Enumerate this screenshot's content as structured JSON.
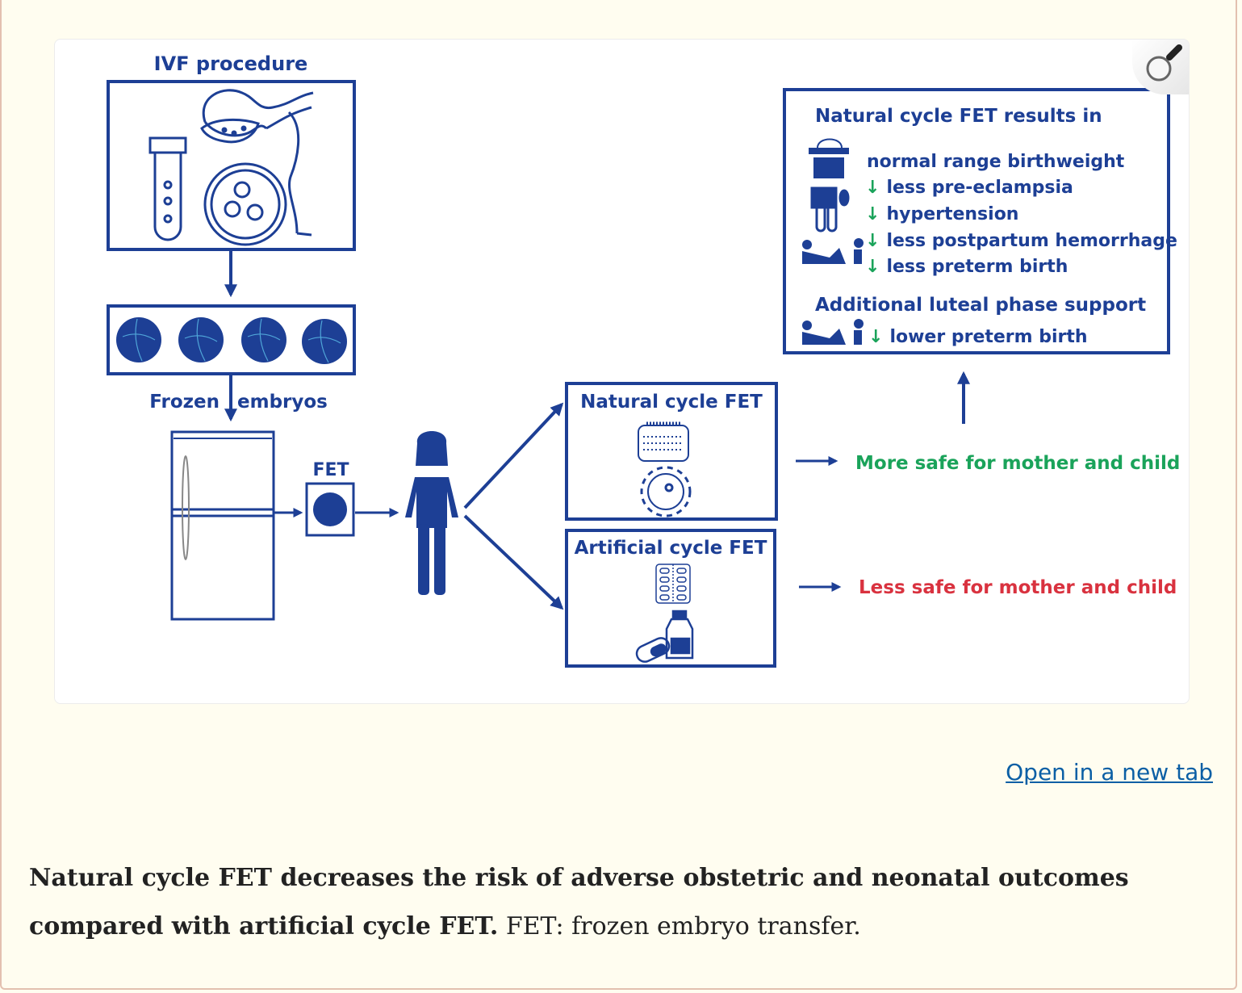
{
  "figure": {
    "ivf_title": "IVF procedure",
    "frozen_embryos_left": "Frozen",
    "frozen_embryos_right": "embryos",
    "fet_label": "FET",
    "natural_box_title": "Natural cycle FET",
    "artificial_box_title": "Artificial cycle FET",
    "more_safe": "More safe for mother and child",
    "less_safe": "Less safe for mother and child",
    "results_box": {
      "title": "Natural cycle FET results in",
      "items": [
        {
          "arrow": "",
          "text": "normal range birthweight"
        },
        {
          "arrow": "↓",
          "text": "less pre-eclampsia"
        },
        {
          "arrow": "↓",
          "text": "hypertension"
        },
        {
          "arrow": "↓",
          "text": "less postpartum hemorrhage"
        },
        {
          "arrow": "↓",
          "text": "less preterm birth"
        }
      ],
      "subtitle": "Additional luteal phase support",
      "sub_item": {
        "arrow": "↓",
        "text": "lower preterm birth"
      }
    },
    "colors": {
      "navy": "#1d3f95",
      "green": "#1aa35a",
      "red": "#d9323f",
      "link": "#0b5fa5"
    }
  },
  "zoom_button": {
    "icon": "magnifier-icon"
  },
  "open_link": "Open in a new tab",
  "caption": {
    "bold": "Natural cycle FET decreases the risk of adverse obstetric and neonatal outcomes compared with artificial cycle FET.",
    "normal": " FET: frozen embryo transfer."
  }
}
